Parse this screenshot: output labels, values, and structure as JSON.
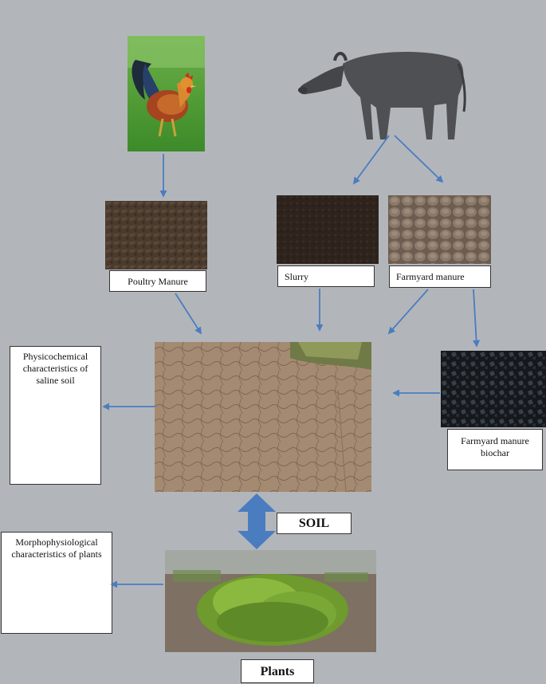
{
  "labels": {
    "poultry_manure": "Poultry Manure",
    "slurry": "Slurry",
    "farmyard_manure": "Farmyard manure",
    "farmyard_manure_biochar": "Farmyard manure biochar",
    "physicochemical": "Physicochemical characteristics of saline soil",
    "soil": "SOIL",
    "morphophysiological": "Morphophysiological characteristics of plants",
    "plants": "Plants"
  },
  "colors": {
    "background": "#b2b6ba",
    "arrow": "#4a7cc0"
  }
}
